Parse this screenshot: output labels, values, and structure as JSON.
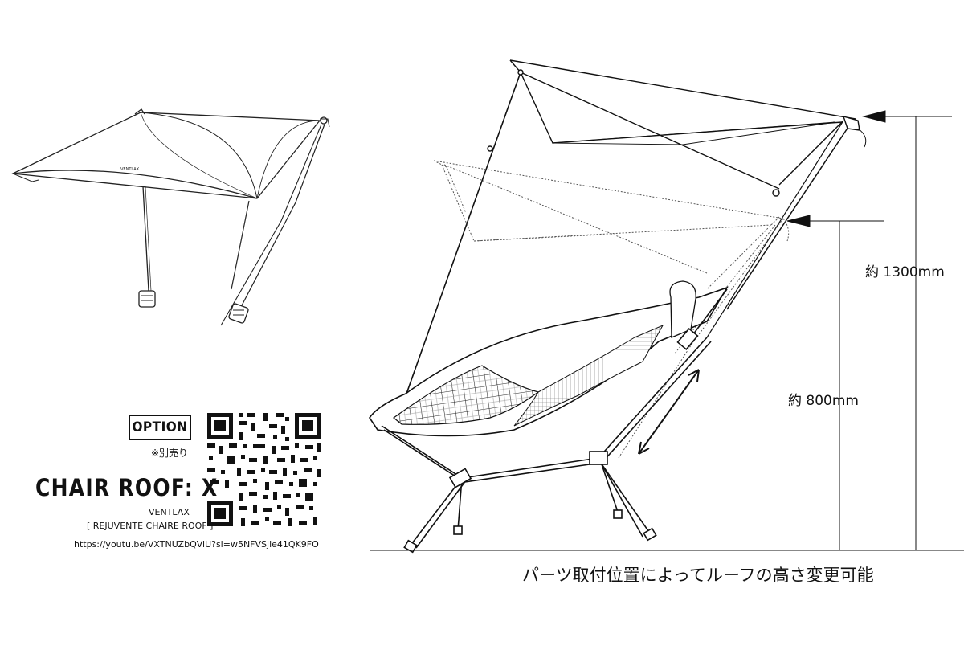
{
  "option_badge": "OPTION",
  "note": "※別売り",
  "product_name": "CHAIR ROOF: X",
  "brand": "VENTLAX",
  "series": "[ REJUVENTE CHAIRE ROOF ]",
  "url": "https://youtu.be/VXTNUZbQViU?si=w5NFVSjle41QK9FO",
  "dimension_high": "約 1300mm",
  "dimension_low": "約 800mm",
  "caption": "パーツ取付位置によってルーフの高さ変更可能",
  "roof_logo": "VENTLAX"
}
